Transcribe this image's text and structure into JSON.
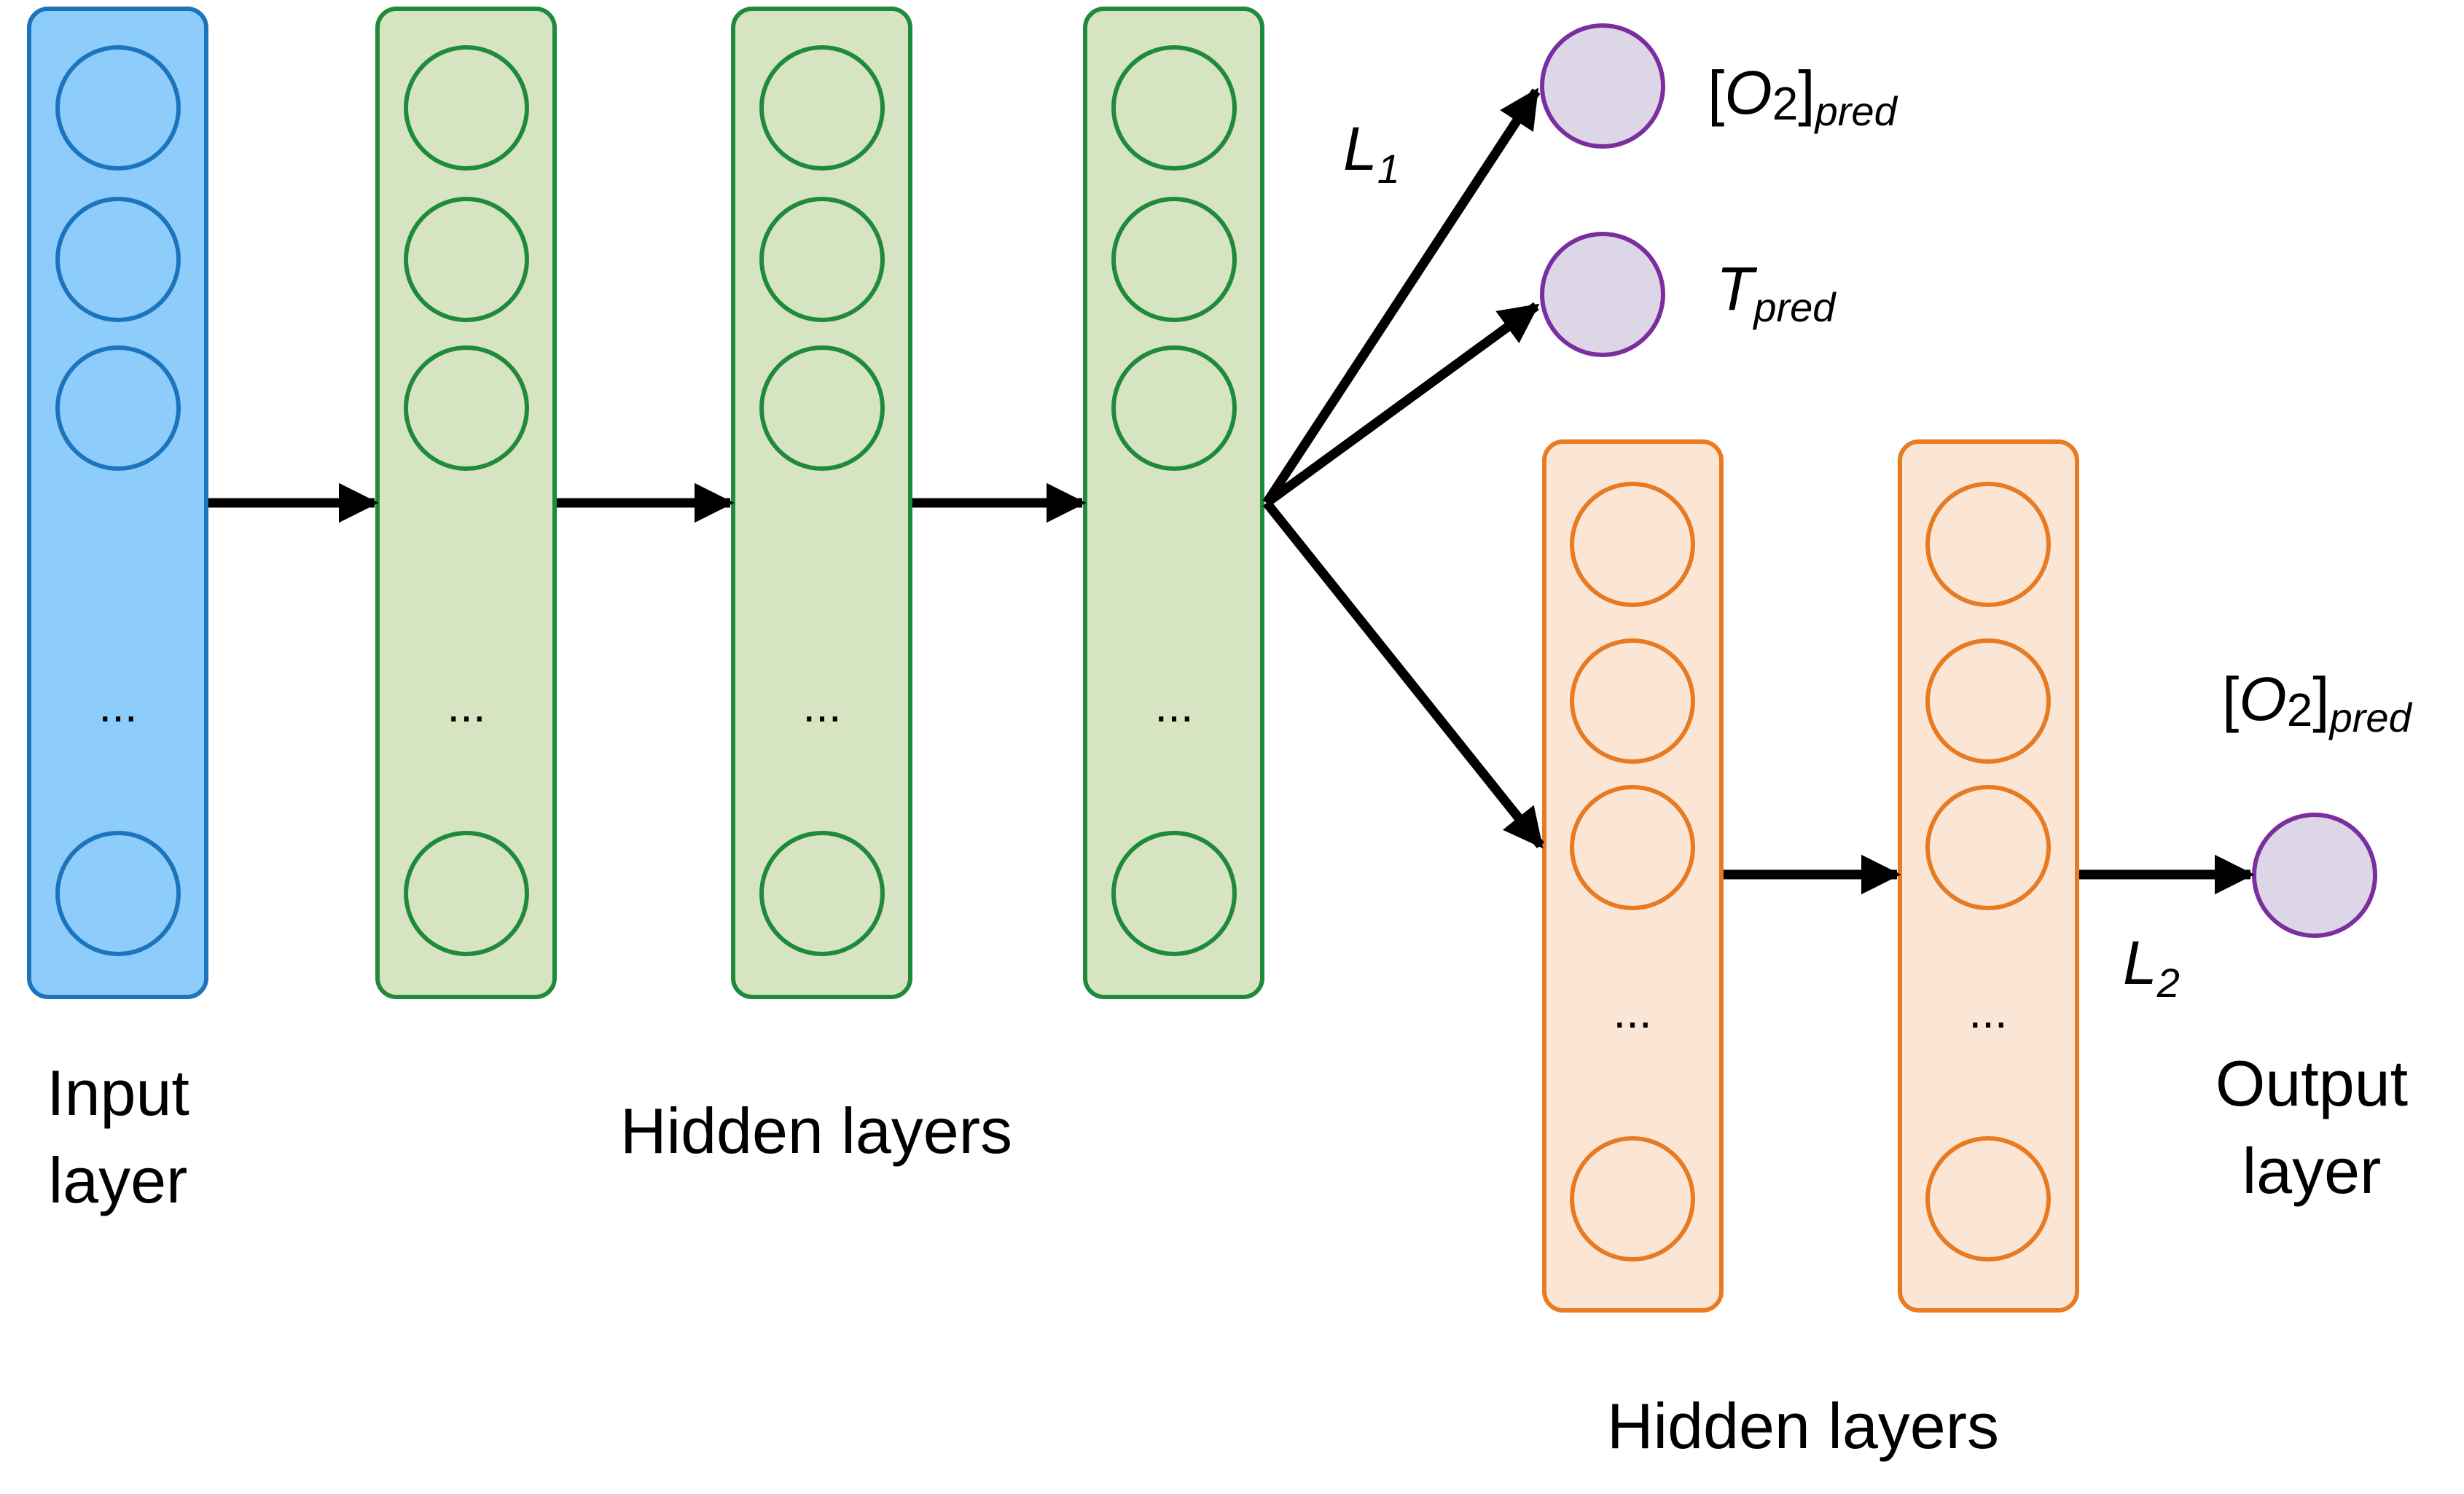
{
  "labels": {
    "input_layer_line1": "Input",
    "input_layer_line2": "layer",
    "hidden_layers_top": "Hidden layers",
    "hidden_layers_bottom": "Hidden layers",
    "output_layer_line1": "Output",
    "output_layer_line2": "layer",
    "ellipsis": "..."
  },
  "losses": {
    "l1": {
      "base": "L",
      "sub": "1"
    },
    "l2": {
      "base": "L",
      "sub": "2"
    }
  },
  "outputs": {
    "o2_top": {
      "open": "[",
      "base": "O",
      "sub_num": "2",
      "close": "]",
      "sub": "pred"
    },
    "t_pred": {
      "base": "T",
      "sub": "pred"
    },
    "o2_right": {
      "open": "[",
      "base": "O",
      "sub_num": "2",
      "close": "]",
      "sub": "pred"
    }
  },
  "colors": {
    "input_fill": "#8ecdfb",
    "input_stroke": "#1c75bc",
    "hidden_fill": "#d6e4c2",
    "hidden_stroke": "#1f8a3a",
    "branch_fill": "#fbe6d6",
    "branch_stroke": "#e87a22",
    "output_fill": "#ddd6e6",
    "output_stroke": "#7a2ea0",
    "arrow": "#000000"
  }
}
